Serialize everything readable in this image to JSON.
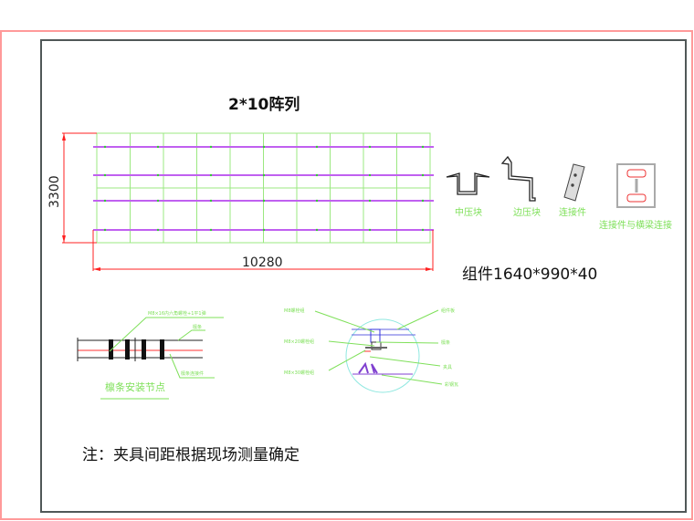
{
  "drawing": {
    "title": "2*10阵列",
    "dim_height": "3300",
    "dim_width": "10280",
    "module_spec": "组件1640*990*40",
    "note": "注：夹具间距根据现场测量确定"
  },
  "parts": [
    {
      "label": "中压块"
    },
    {
      "label": "边压块"
    },
    {
      "label": "连接件"
    },
    {
      "label": "连接件与横梁连接"
    }
  ],
  "purlin_detail": {
    "title": "檩条安装节点",
    "bolt_label": "M8×16内六角螺栓+1平1弹",
    "purlin_label": "檩条",
    "connector_label": "檩条连接件"
  },
  "clamp_detail": {
    "m8_bolt": "M8螺栓组",
    "m8x20_bolt": "M8×20螺栓组",
    "m8x30_bolt": "M8×30螺栓组",
    "panel": "组件板",
    "purlin": "檩条",
    "clamp": "夹具",
    "roof": "彩钢瓦"
  },
  "colors": {
    "frame_red": "#ff9a9a",
    "grid_green": "#9be880",
    "rail_purple": "#c060f0",
    "dim_red": "#ff2020",
    "label_green": "#7fe05a"
  }
}
